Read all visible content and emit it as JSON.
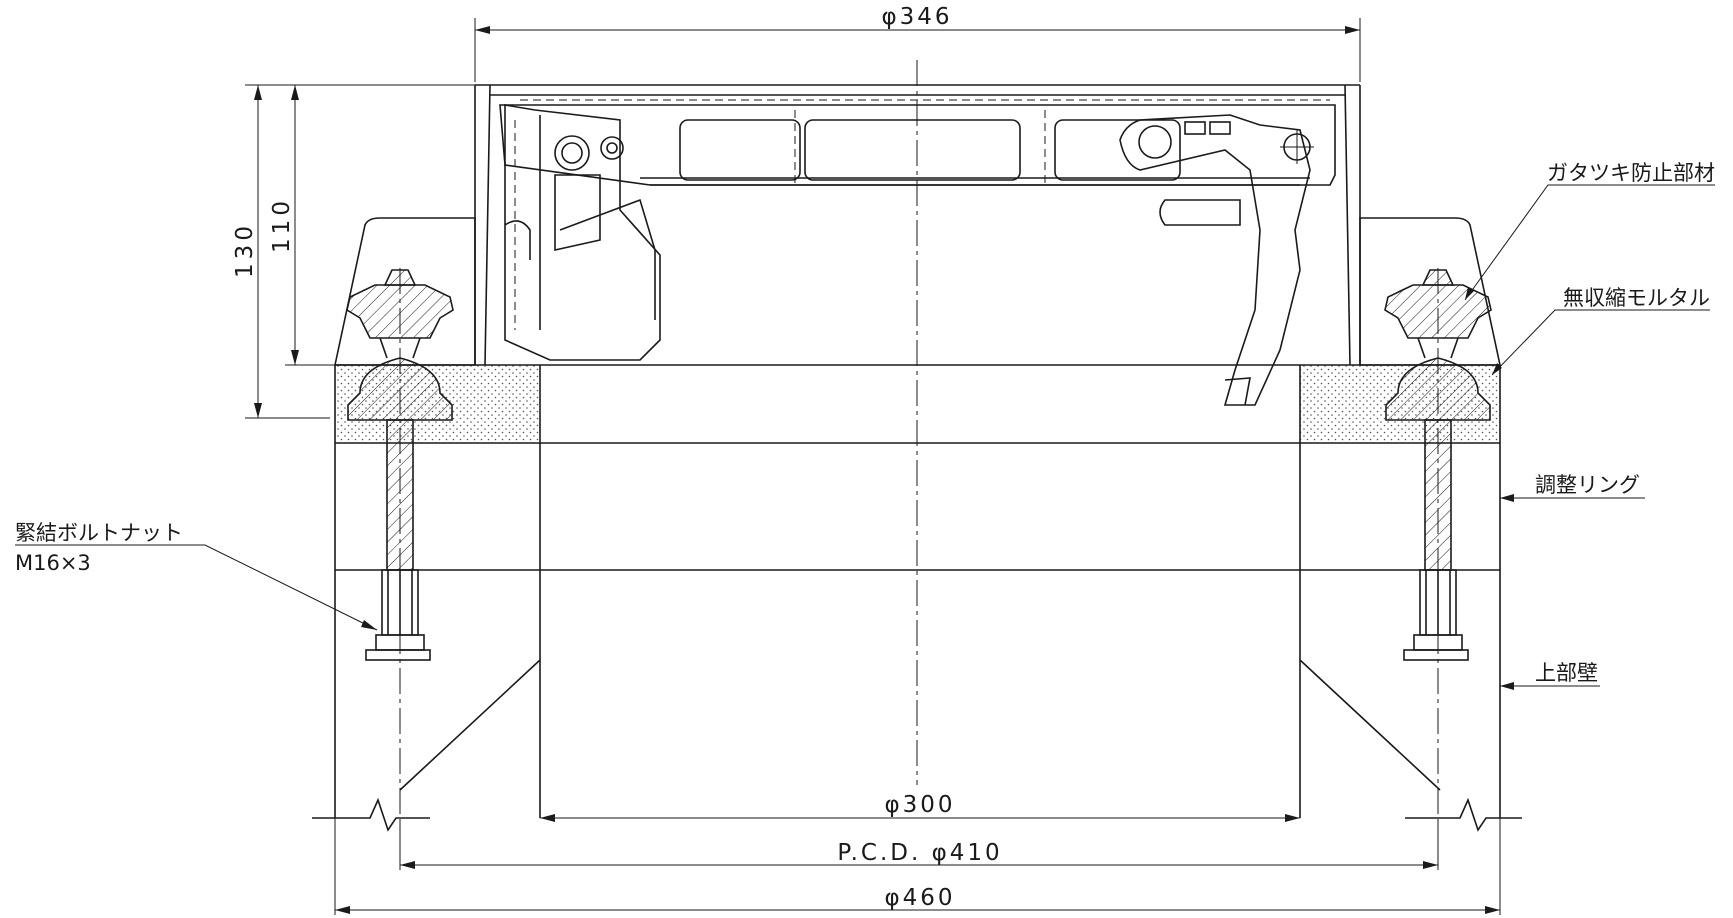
{
  "dimensions": {
    "cover_diameter": "φ346",
    "height_total": "130",
    "height_inner": "110",
    "opening_diameter": "φ300",
    "pcd": "P.C.D. φ410",
    "outer_diameter": "φ460"
  },
  "labels": {
    "rattle_prevention": "ガタツキ防止部材",
    "non_shrink_mortar": "無収縮モルタル",
    "adjustment_ring": "調整リング",
    "upper_wall": "上部壁",
    "bolt_nut": "緊結ボルトナット",
    "bolt_spec": "M16×3"
  }
}
